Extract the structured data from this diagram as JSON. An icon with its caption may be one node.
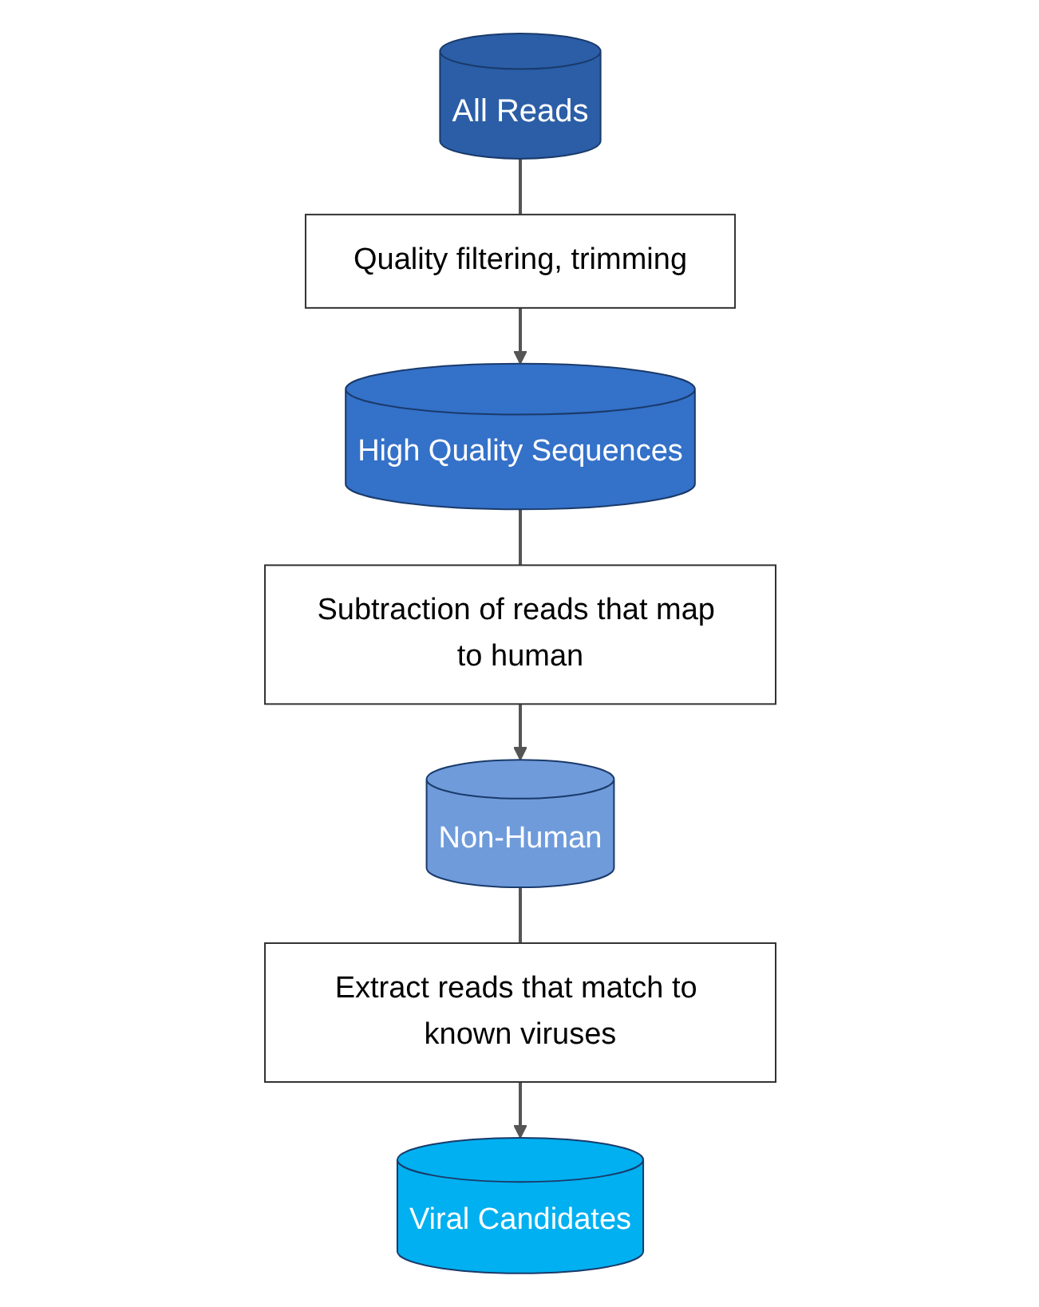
{
  "diagram": {
    "nodes": [
      {
        "text": [
          "All Reads"
        ]
      },
      {
        "text": [
          "Quality filtering, trimming"
        ]
      },
      {
        "text": [
          "High Quality Sequences"
        ]
      },
      {
        "text": [
          "Subtraction of reads that map to human"
        ]
      },
      {
        "text": [
          "Non-Human"
        ]
      },
      {
        "text": [
          "Extract reads that match to known viruses"
        ]
      },
      {
        "text": [
          "Viral Candidates"
        ]
      }
    ],
    "edges": [
      {
        "from": 0,
        "to": 1,
        "arrow": "none"
      },
      {
        "from": 1,
        "to": 2,
        "arrow": "to"
      },
      {
        "from": 2,
        "to": 3,
        "arrow": "none"
      },
      {
        "from": 3,
        "to": 4,
        "arrow": "to"
      },
      {
        "from": 4,
        "to": 5,
        "arrow": "none"
      },
      {
        "from": 5,
        "to": 6,
        "arrow": "to"
      }
    ]
  }
}
